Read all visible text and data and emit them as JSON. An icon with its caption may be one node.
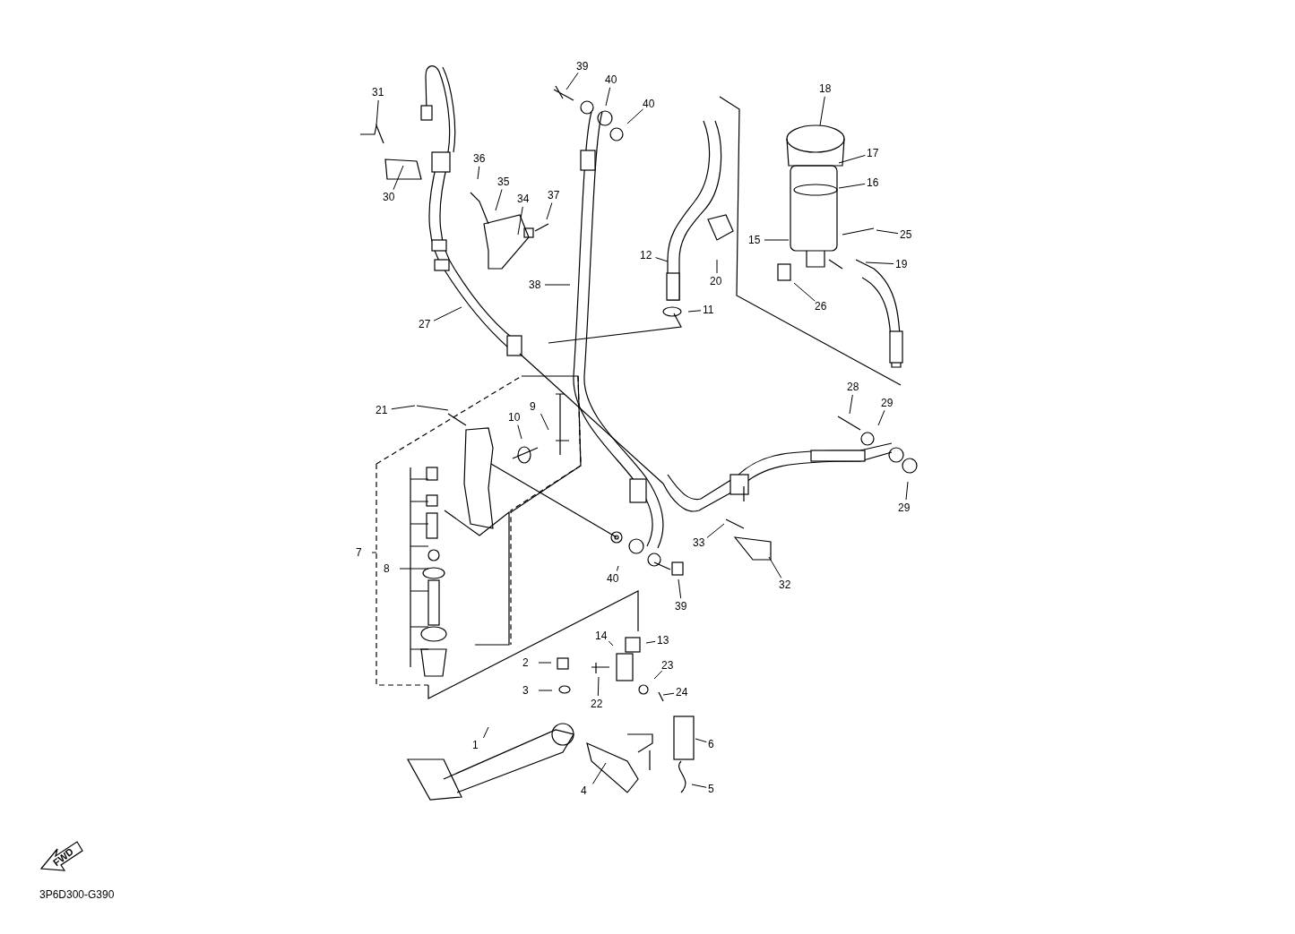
{
  "diagram": {
    "nodes": [
      {
        "text": [
          "31"
        ]
      },
      {
        "text": [
          "30"
        ]
      },
      {
        "text": [
          "36"
        ]
      },
      {
        "text": [
          "35"
        ]
      },
      {
        "text": [
          "34"
        ]
      },
      {
        "text": [
          "37"
        ]
      },
      {
        "text": [
          "39"
        ]
      },
      {
        "text": [
          "40"
        ]
      },
      {
        "text": [
          "40"
        ]
      },
      {
        "text": [
          "18"
        ]
      },
      {
        "text": [
          "17"
        ]
      },
      {
        "text": [
          "16"
        ]
      },
      {
        "text": [
          "12"
        ]
      },
      {
        "text": [
          "20"
        ]
      },
      {
        "text": [
          "15"
        ]
      },
      {
        "text": [
          "25"
        ]
      },
      {
        "text": [
          "19"
        ]
      },
      {
        "text": [
          "38"
        ]
      },
      {
        "text": [
          "26"
        ]
      },
      {
        "text": [
          "11"
        ]
      },
      {
        "text": [
          "27"
        ]
      },
      {
        "text": [
          "28"
        ]
      },
      {
        "text": [
          "29"
        ]
      },
      {
        "text": [
          "21"
        ]
      },
      {
        "text": [
          "9"
        ]
      },
      {
        "text": [
          "10"
        ]
      },
      {
        "text": [
          "29"
        ]
      },
      {
        "text": [
          "7"
        ]
      },
      {
        "text": [
          "33"
        ]
      },
      {
        "text": [
          "8"
        ]
      },
      {
        "text": [
          "40"
        ]
      },
      {
        "text": [
          "32"
        ]
      },
      {
        "text": [
          "39"
        ]
      },
      {
        "text": [
          "14"
        ]
      },
      {
        "text": [
          "13"
        ]
      },
      {
        "text": [
          "2"
        ]
      },
      {
        "text": [
          "23"
        ]
      },
      {
        "text": [
          "3"
        ]
      },
      {
        "text": [
          "24"
        ]
      },
      {
        "text": [
          "22"
        ]
      },
      {
        "text": [
          "1"
        ]
      },
      {
        "text": [
          "6"
        ]
      },
      {
        "text": [
          "4"
        ]
      },
      {
        "text": [
          "5"
        ]
      }
    ],
    "edges": [
      {
        "from": 0,
        "to": null,
        "arrow": "none"
      },
      {
        "from": 1,
        "to": null,
        "arrow": "none"
      },
      {
        "from": 2,
        "to": null,
        "arrow": "none"
      },
      {
        "from": 3,
        "to": null,
        "arrow": "none"
      },
      {
        "from": 4,
        "to": null,
        "arrow": "none"
      },
      {
        "from": 5,
        "to": null,
        "arrow": "none"
      },
      {
        "from": 6,
        "to": null,
        "arrow": "none"
      },
      {
        "from": 7,
        "to": null,
        "arrow": "none"
      },
      {
        "from": 8,
        "to": null,
        "arrow": "none"
      },
      {
        "from": 9,
        "to": null,
        "arrow": "none"
      },
      {
        "from": 10,
        "to": null,
        "arrow": "none"
      },
      {
        "from": 11,
        "to": null,
        "arrow": "none"
      },
      {
        "from": 12,
        "to": null,
        "arrow": "none"
      },
      {
        "from": 13,
        "to": null,
        "arrow": "none"
      },
      {
        "from": 14,
        "to": null,
        "arrow": "none"
      },
      {
        "from": 15,
        "to": null,
        "arrow": "none"
      },
      {
        "from": 16,
        "to": null,
        "arrow": "none"
      },
      {
        "from": 17,
        "to": null,
        "arrow": "none"
      },
      {
        "from": 18,
        "to": null,
        "arrow": "none"
      },
      {
        "from": 19,
        "to": null,
        "arrow": "none"
      },
      {
        "from": 20,
        "to": null,
        "arrow": "none"
      },
      {
        "from": 21,
        "to": null,
        "arrow": "none"
      },
      {
        "from": 22,
        "to": null,
        "arrow": "none"
      },
      {
        "from": 23,
        "to": null,
        "arrow": "none"
      },
      {
        "from": 24,
        "to": null,
        "arrow": "none"
      },
      {
        "from": 25,
        "to": null,
        "arrow": "none"
      },
      {
        "from": 26,
        "to": null,
        "arrow": "none"
      },
      {
        "from": 27,
        "to": null,
        "arrow": "none"
      },
      {
        "from": 28,
        "to": null,
        "arrow": "none"
      },
      {
        "from": 29,
        "to": null,
        "arrow": "none"
      },
      {
        "from": 30,
        "to": null,
        "arrow": "none"
      },
      {
        "from": 31,
        "to": null,
        "arrow": "none"
      },
      {
        "from": 32,
        "to": null,
        "arrow": "none"
      },
      {
        "from": 33,
        "to": null,
        "arrow": "none"
      },
      {
        "from": 34,
        "to": null,
        "arrow": "none"
      },
      {
        "from": 35,
        "to": null,
        "arrow": "none"
      },
      {
        "from": 36,
        "to": null,
        "arrow": "none"
      },
      {
        "from": 37,
        "to": null,
        "arrow": "none"
      },
      {
        "from": 38,
        "to": null,
        "arrow": "none"
      },
      {
        "from": 39,
        "to": null,
        "arrow": "none"
      },
      {
        "from": 40,
        "to": null,
        "arrow": "none"
      },
      {
        "from": 41,
        "to": null,
        "arrow": "none"
      },
      {
        "from": 42,
        "to": null,
        "arrow": "none"
      },
      {
        "from": 43,
        "to": null,
        "arrow": "none"
      }
    ],
    "labels": [
      "FWD",
      "3P6D300-G390"
    ]
  }
}
